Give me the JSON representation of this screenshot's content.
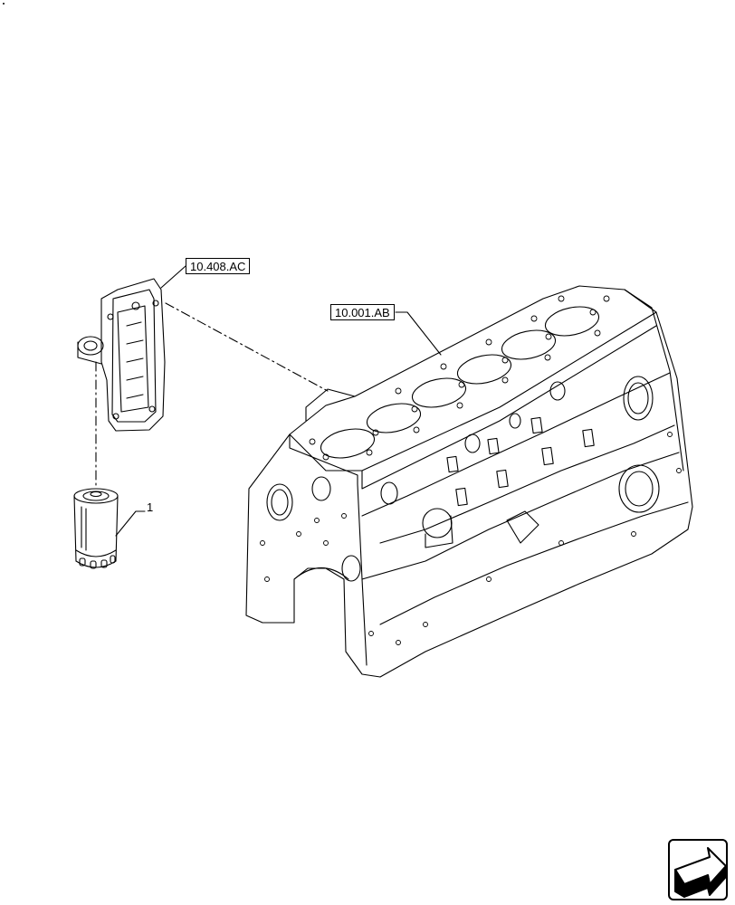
{
  "callouts": {
    "cooler_ref": "10.408.AC",
    "block_ref": "10.001.AB",
    "filter_item": "1"
  },
  "icons": {
    "next_page": "next-page-arrow-icon"
  }
}
